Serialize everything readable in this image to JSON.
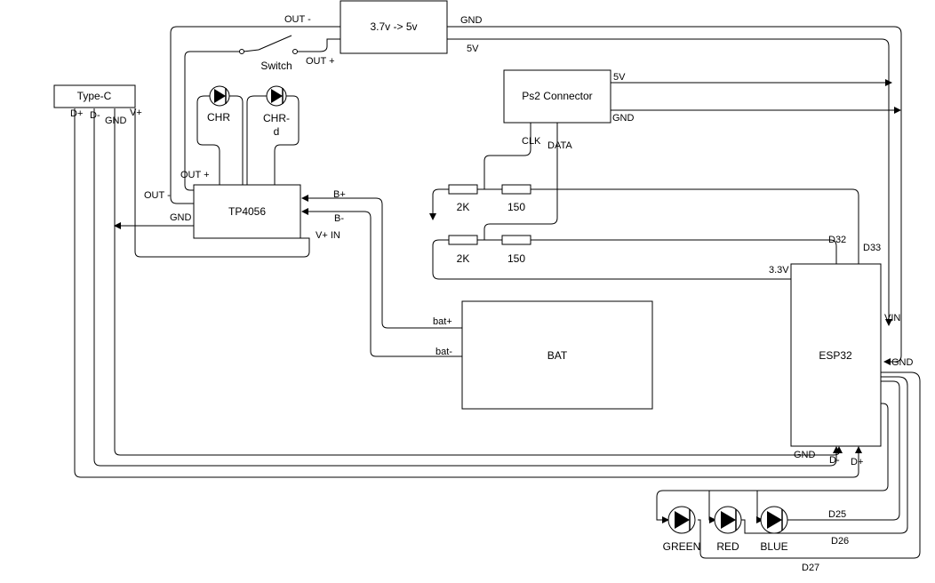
{
  "blocks": {
    "typec": "Type-C",
    "conv": "3.7v -> 5v",
    "ps2": "Ps2 Connector",
    "tp": "TP4056",
    "bat": "BAT",
    "esp": "ESP32"
  },
  "components": {
    "switch": "Switch",
    "chr": "CHR",
    "chrd_1": "CHR-",
    "chrd_2": "d",
    "r1": "2K",
    "r2": "150",
    "r3": "2K",
    "r4": "150",
    "led_green": "GREEN",
    "led_red": "RED",
    "led_blue": "BLUE"
  },
  "labels": {
    "typec_dp": "D+",
    "typec_dm": "D-",
    "typec_gnd": "GND",
    "typec_vp": "V+",
    "conv_out_minus": "OUT -",
    "conv_out_plus": "OUT +",
    "conv_gnd": "GND",
    "conv_5v": "5V",
    "ps2_5v": "5V",
    "ps2_gnd": "GND",
    "ps2_clk": "CLK",
    "ps2_data": "DATA",
    "tp_out_plus": "OUT +",
    "tp_out_minus": "OUT -",
    "tp_gnd": "GND",
    "tp_bplus": "B+",
    "tp_bminus": "B-",
    "tp_vin": "V+ IN",
    "bat_plus": "bat+",
    "bat_minus": "bat-",
    "esp_d32": "D32",
    "esp_d33": "D33",
    "esp_3v3": "3.3V",
    "esp_vin": "VIN",
    "esp_gnd": "GND",
    "esp_gnd2": "GND",
    "esp_dm": "D-",
    "esp_dp": "D+",
    "d25": "D25",
    "d26": "D26",
    "d27": "D27"
  }
}
